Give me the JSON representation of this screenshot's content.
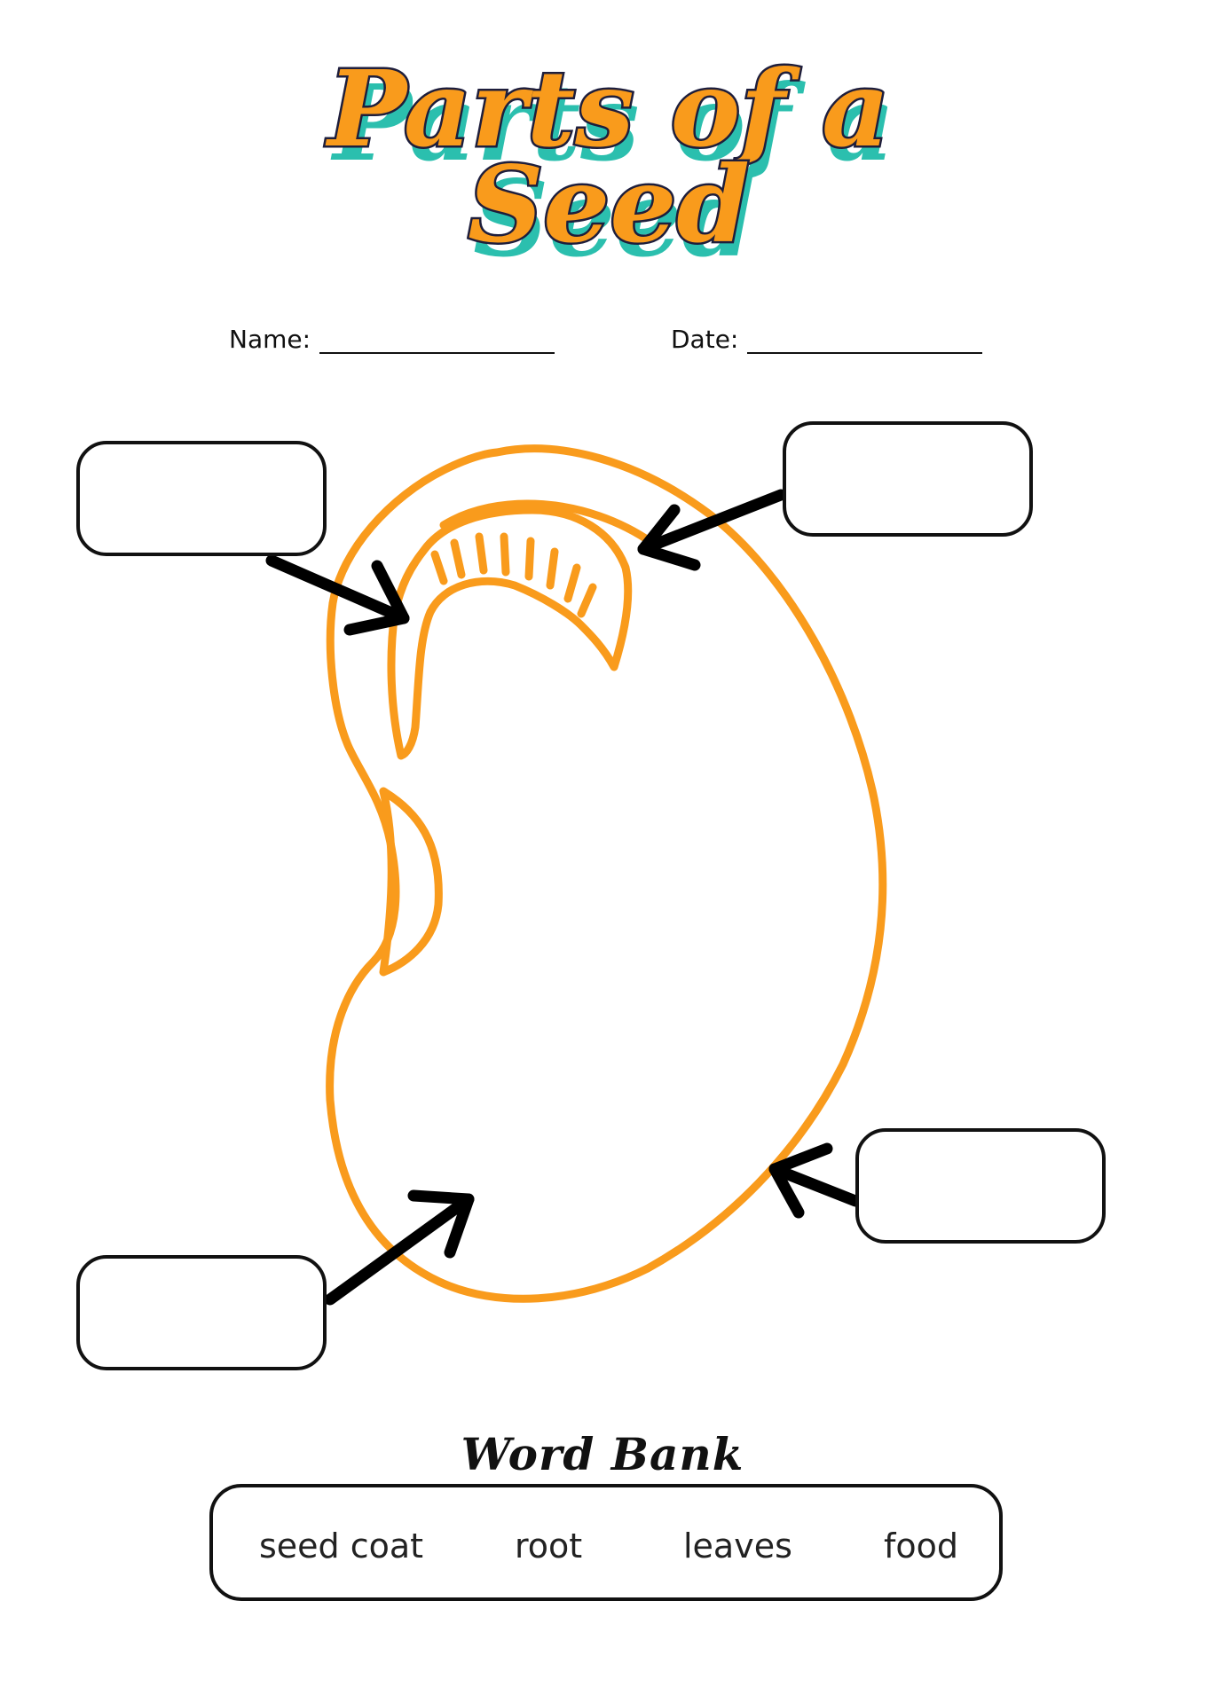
{
  "title": {
    "line1": "Parts of a",
    "line2": "Seed",
    "fill_color": "#f99b1c",
    "shadow_color": "#2bbfae",
    "outline_color": "#1e1e3c"
  },
  "fields": {
    "name_label": "Name:",
    "date_label": "Date:"
  },
  "diagram": {
    "seed_color": "#f99b1c",
    "arrow_color": "#000000",
    "label_boxes": [
      "top-left",
      "top-right",
      "bottom-left",
      "bottom-right"
    ]
  },
  "word_bank": {
    "title": "Word Bank",
    "words": [
      "seed coat",
      "root",
      "leaves",
      "food"
    ]
  }
}
